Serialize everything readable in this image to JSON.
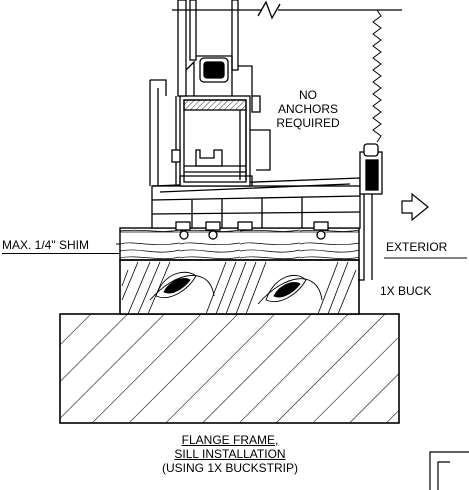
{
  "labels": {
    "no_anchors_1": "NO",
    "no_anchors_2": "ANCHORS",
    "no_anchors_3": "REQUIRED",
    "exterior": "EXTERIOR",
    "shim": "MAX. 1/4\" SHIM",
    "buck": "1X BUCK"
  },
  "caption": {
    "line1": "FLANGE FRAME,",
    "line2": "SILL INSTALLATION",
    "line3": "(USING 1X BUCKSTRIP)"
  },
  "icons": {
    "exterior_arrow": "hollow-arrow-right-icon",
    "break_line": "break-line-icon"
  }
}
